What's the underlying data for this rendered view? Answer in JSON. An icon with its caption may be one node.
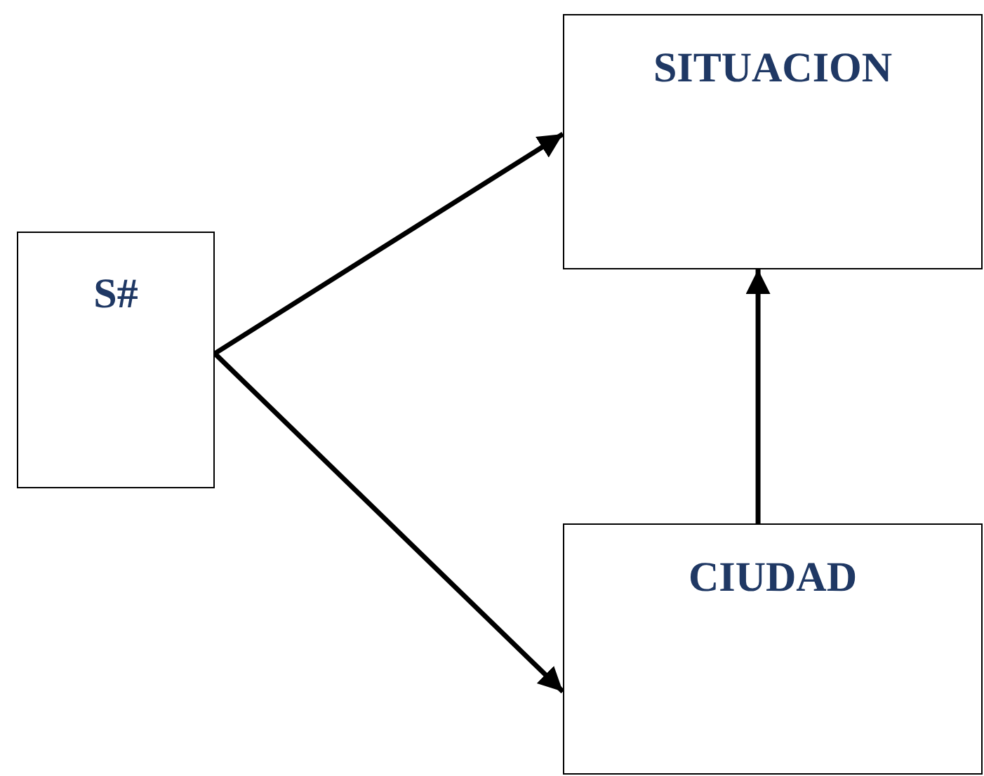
{
  "diagram": {
    "nodes": [
      {
        "text": [
          "S#"
        ]
      },
      {
        "text": [
          "SITUACION"
        ]
      },
      {
        "text": [
          "CIUDAD"
        ]
      }
    ],
    "edges": [
      {
        "from": 0,
        "to": 1,
        "arrow": "to"
      },
      {
        "from": 0,
        "to": 2,
        "arrow": "to"
      },
      {
        "from": 2,
        "to": 1,
        "arrow": "to"
      }
    ]
  }
}
